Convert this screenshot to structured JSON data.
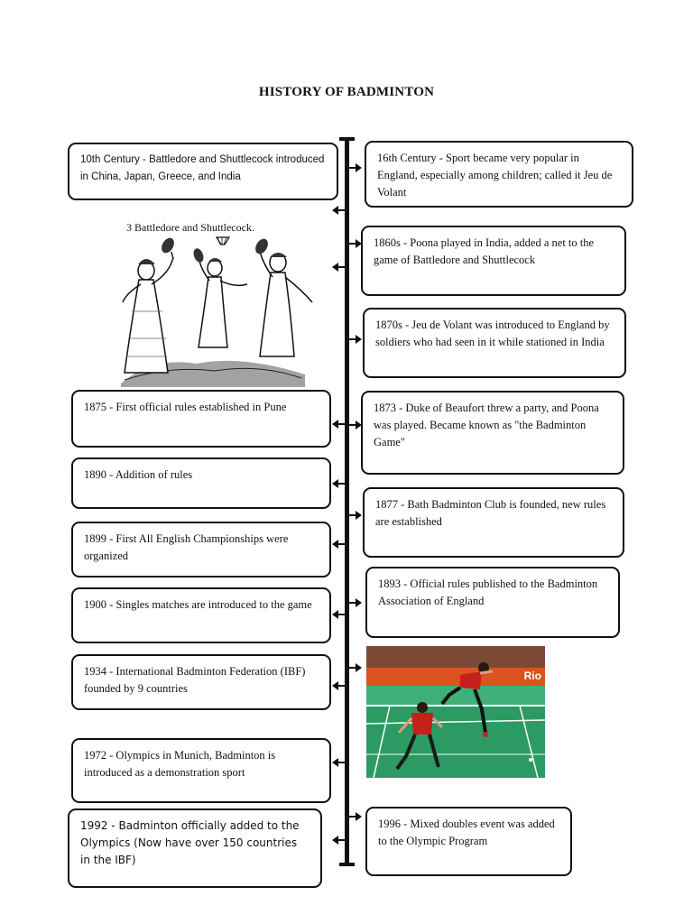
{
  "title": "HISTORY OF BADMINTON",
  "left_events": [
    "10th Century - Battledore and Shuttlecock introduced in China, Japan, Greece, and India",
    "1875 - First official rules established in Pune",
    "1890 - Addition of rules",
    "1899 - First All English Championships were organized",
    "1900 - Singles matches are introduced to the game",
    "1934 - International Badminton Federation (IBF) founded by 9 countries",
    "1972 - Olympics in Munich, Badminton is introduced as a demonstration sport",
    "1992 - Badminton officially added to the Olympics (Now have over 150 countries in the IBF)"
  ],
  "right_events": [
    "16th Century - Sport became very popular in England, especially among children; called it Jeu de Volant",
    "1860s - Poona played in India, added a net to the game of Battledore and Shuttlecock",
    "1870s - Jeu de Volant was introduced to England by soldiers who had seen in it while stationed in India",
    "1873 - Duke of Beaufort threw a party, and Poona was played. Became known as \"the Badminton Game\"",
    "1877 - Bath Badminton Club is founded, new rules are established",
    "1893 - Official rules published to the Badminton Association of England",
    "1996 - Mixed doubles event was added to the Olympic Program"
  ],
  "illustration_caption": "3  Battledore and Shuttlecock.",
  "photo_banner_text": "Rio"
}
